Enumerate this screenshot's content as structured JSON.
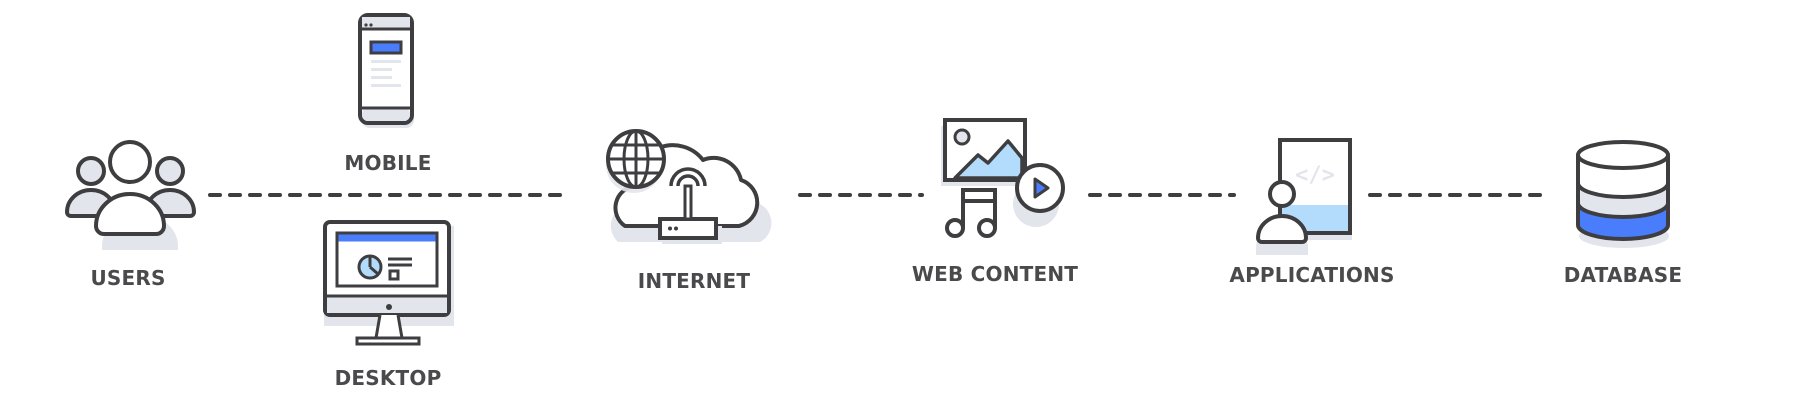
{
  "diagram": {
    "type": "architecture-flow",
    "colors": {
      "stroke": "#3e3e40",
      "shadow": "#e3e5ec",
      "fill_light": "#e3e5ec",
      "accent_blue": "#4a7dfc",
      "accent_light_blue": "#b3dcfc",
      "text": "#4a4a4c"
    },
    "nodes": [
      {
        "id": "users",
        "label": "USERS",
        "icon": "users-icon"
      },
      {
        "id": "mobile",
        "label": "MOBILE",
        "icon": "mobile-phone-icon"
      },
      {
        "id": "desktop",
        "label": "DESKTOP",
        "icon": "desktop-monitor-icon"
      },
      {
        "id": "internet",
        "label": "INTERNET",
        "icon": "cloud-globe-router-icon"
      },
      {
        "id": "web_content",
        "label": "WEB CONTENT",
        "icon": "media-content-icon"
      },
      {
        "id": "applications",
        "label": "APPLICATIONS",
        "icon": "user-code-document-icon"
      },
      {
        "id": "database",
        "label": "DATABASE",
        "icon": "database-icon"
      }
    ],
    "edges": [
      {
        "from": "users",
        "to": "internet",
        "style": "dashed"
      },
      {
        "from": "internet",
        "to": "web_content",
        "style": "dashed"
      },
      {
        "from": "web_content",
        "to": "applications",
        "style": "dashed"
      },
      {
        "from": "applications",
        "to": "database",
        "style": "dashed"
      }
    ]
  }
}
